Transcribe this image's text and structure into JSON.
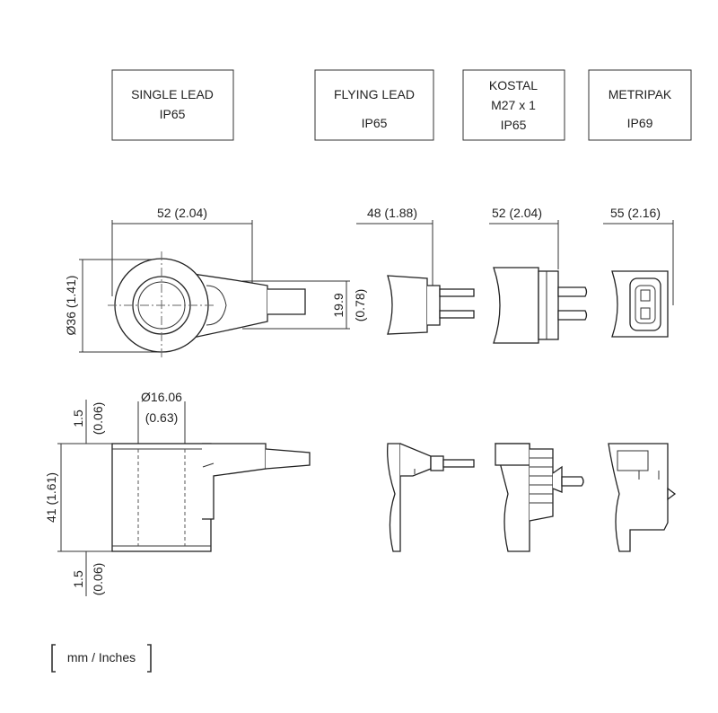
{
  "connector_types": [
    {
      "name": "SINGLE LEAD",
      "rating": "IP65"
    },
    {
      "name": "FLYING LEAD",
      "rating": "IP65"
    },
    {
      "name": "KOSTAL",
      "thread": "M27 x 1",
      "rating": "IP65"
    },
    {
      "name": "METRIPAK",
      "rating": "IP69"
    }
  ],
  "dimensions": {
    "single_lead_length": "52 (2.04)",
    "flying_lead_length": "48 (1.88)",
    "kostal_length": "52 (2.04)",
    "metripak_length": "55 (2.16)",
    "coil_diameter": "Ø36 (1.41)",
    "lead_height_mm": "19.9",
    "lead_height_in": "(0.78)",
    "bore_diameter_mm": "Ø16.06",
    "bore_diameter_in": "(0.63)",
    "top_offset_mm": "1.5",
    "top_offset_in": "(0.06)",
    "coil_height": "41 (1.61)",
    "bottom_offset_mm": "1.5",
    "bottom_offset_in": "(0.06)"
  },
  "units_note": "mm / Inches"
}
